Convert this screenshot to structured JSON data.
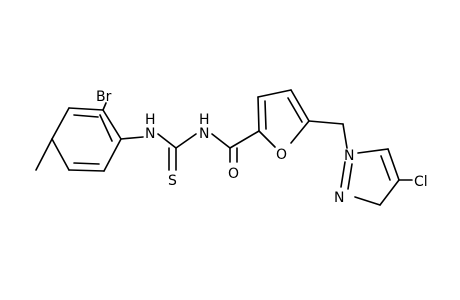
{
  "molecule": {
    "atoms": {
      "br": "Br",
      "nh_left": "H",
      "nh_left_n": "N",
      "nh_right": "H",
      "nh_right_n": "N",
      "s": "S",
      "o_carbonyl": "O",
      "o_furan": "O",
      "n1": "N",
      "n2": "N",
      "cl": "Cl"
    }
  }
}
